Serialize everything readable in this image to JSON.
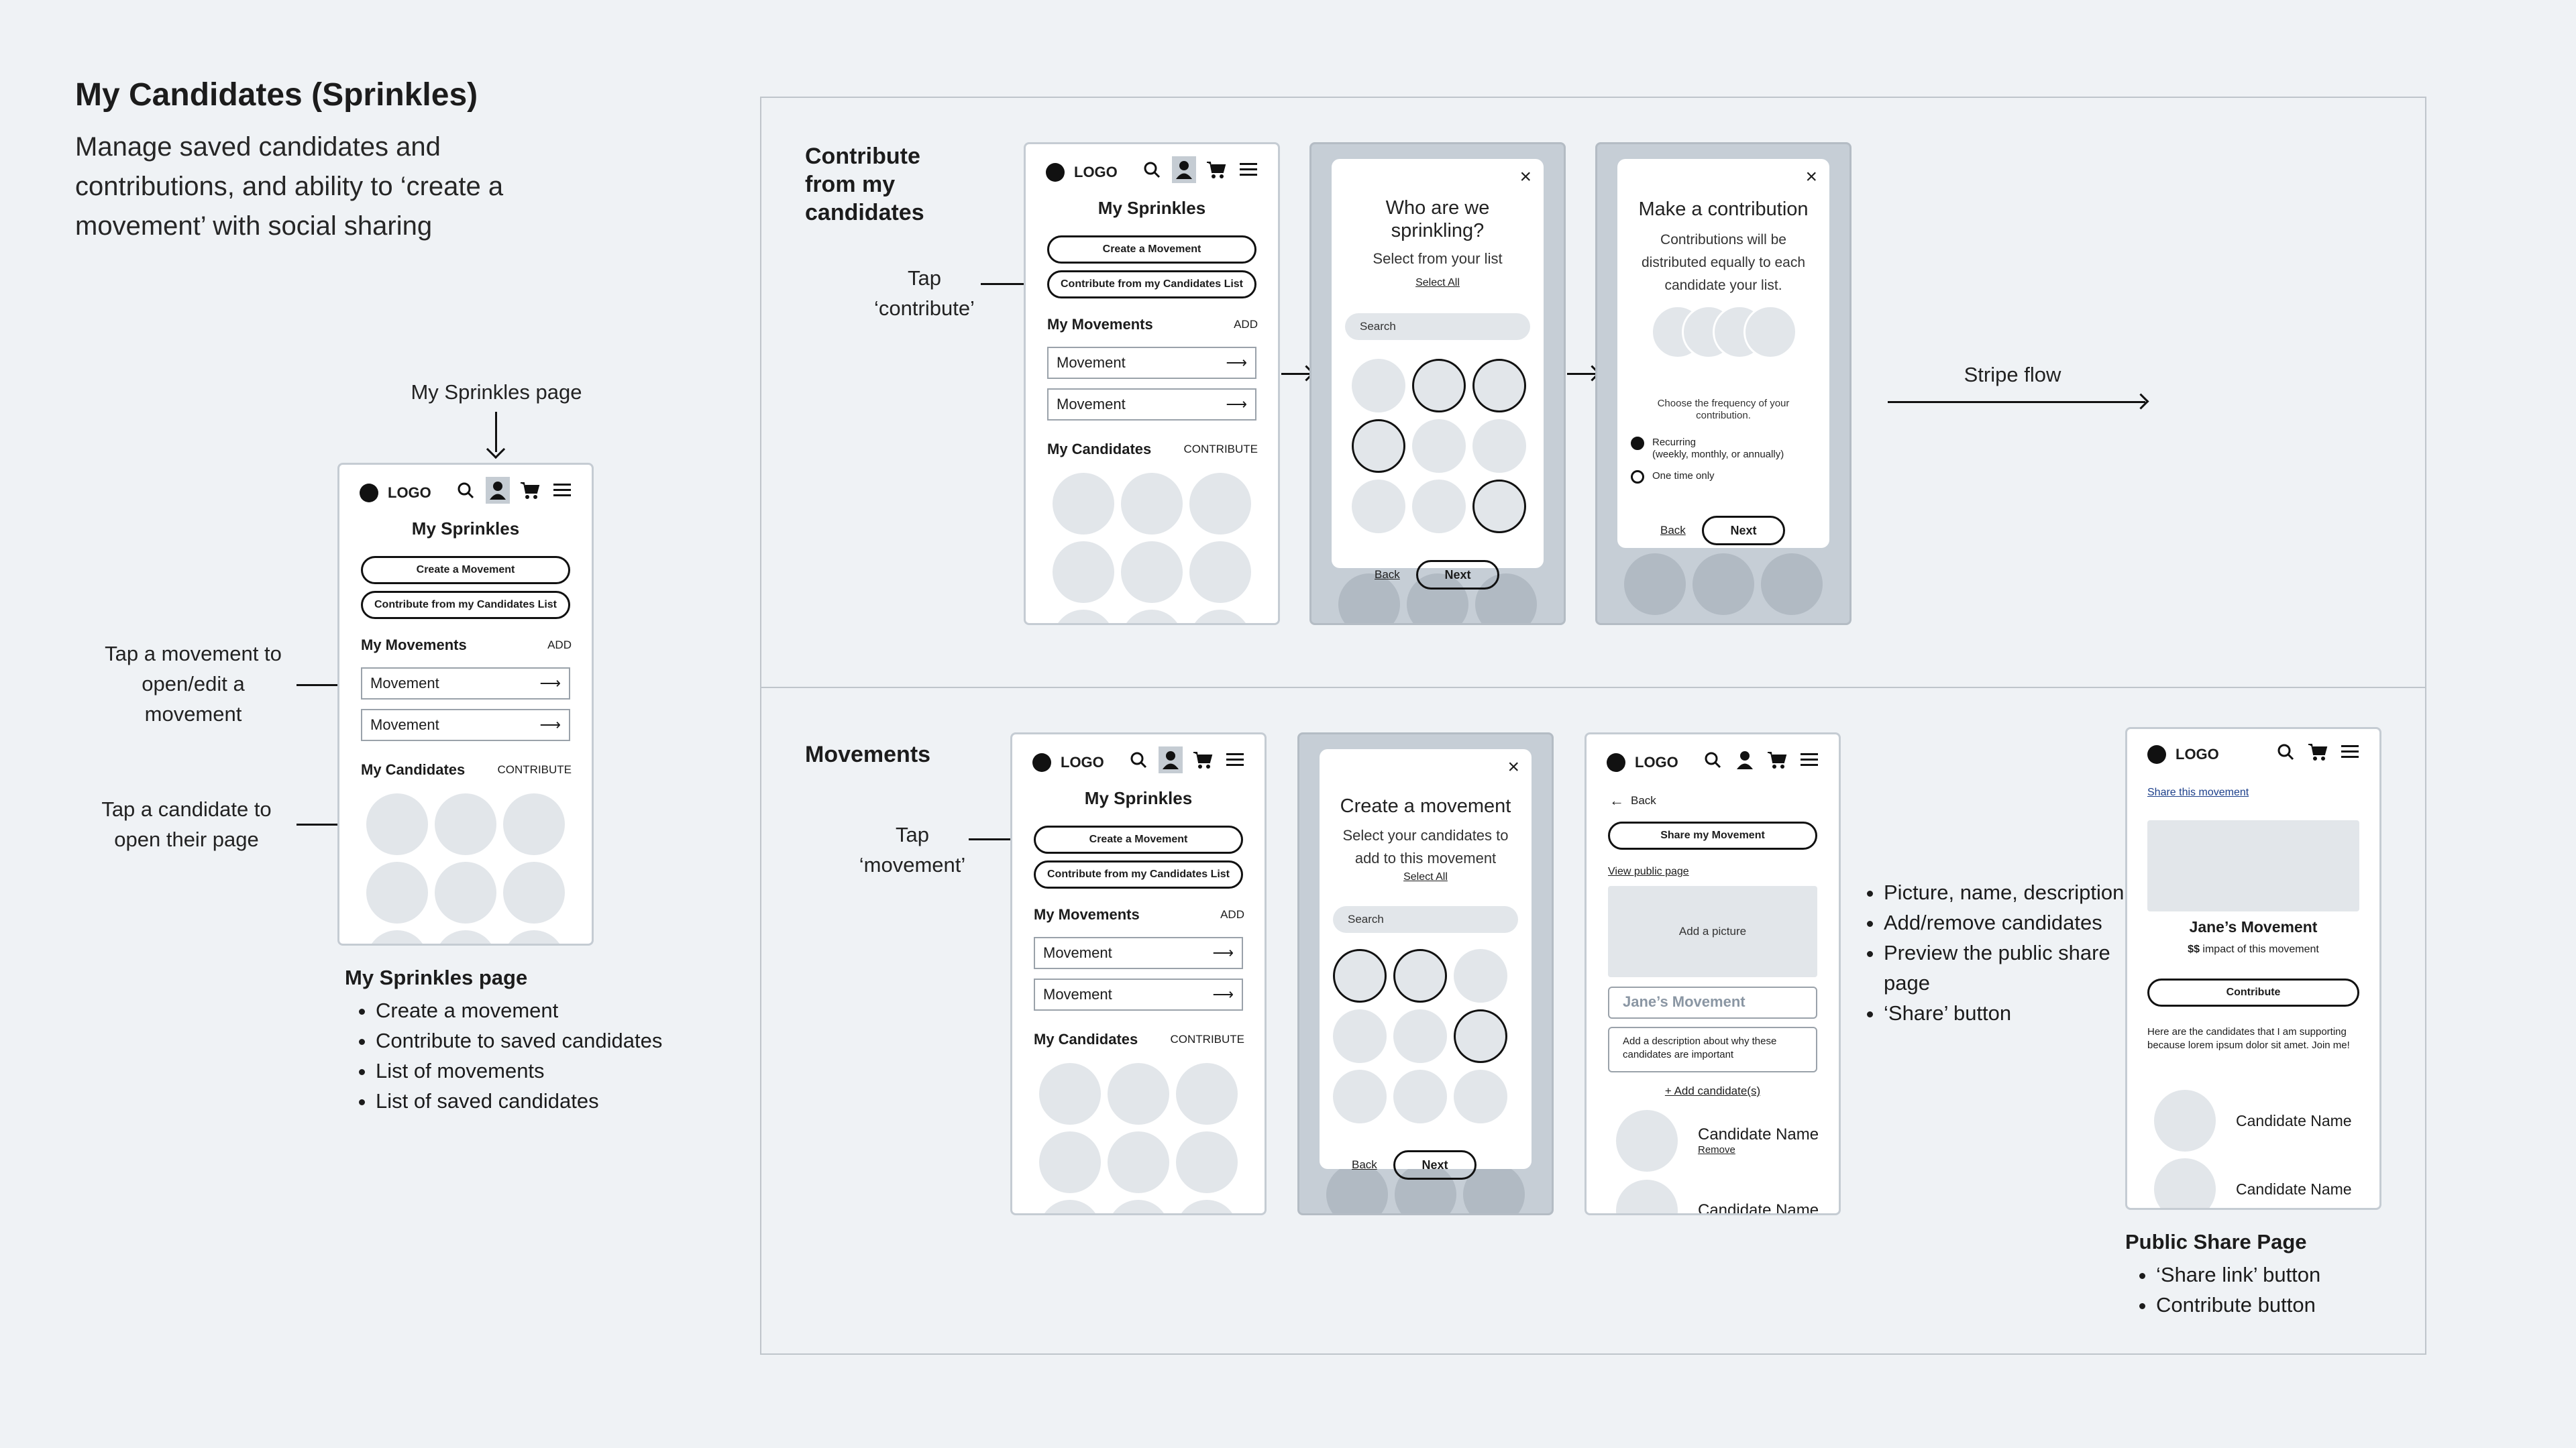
{
  "intro": {
    "title": "My Candidates (Sprinkles)",
    "description": "Manage saved candidates and contributions, and ability to ‘create a movement’ with social sharing"
  },
  "left": {
    "pointer_label": "My Sprinkles page",
    "note_movement": "Tap a movement to open/edit a movement",
    "note_candidate": "Tap a candidate to open their page",
    "caption_title": "My Sprinkles page",
    "caption_bullets": [
      "Create a movement",
      "Contribute to saved candidates",
      "List of movements",
      "List of saved candidates"
    ]
  },
  "phone": {
    "logo": "LOGO",
    "title": "My Sprinkles",
    "create_btn": "Create a Movement",
    "contribute_btn": "Contribute from my Candidates List",
    "movements_heading": "My Movements",
    "movements_action": "ADD",
    "movement_label": "Movement",
    "candidates_heading": "My Candidates",
    "candidates_action": "CONTRIBUTE"
  },
  "contribute_section": {
    "title": "Contribute from my candidates",
    "tap_note": "Tap ‘contribute’",
    "who": {
      "title": "Who are we sprinkling?",
      "subtitle": "Select from your list",
      "select_all": "Select All",
      "search_placeholder": "Search",
      "back": "Back",
      "next": "Next"
    },
    "make": {
      "title": "Make a contribution",
      "subtitle": "Contributions will be distributed equally to each candidate your list.",
      "frequency_prompt": "Choose the frequency of your contribution.",
      "option_recurring": "Recurring",
      "option_recurring_detail": "(weekly, monthly, or annually)",
      "option_one_time": "One time only",
      "back": "Back",
      "next": "Next"
    },
    "stripe_label": "Stripe flow"
  },
  "movements_section": {
    "title": "Movements",
    "tap_note": "Tap ‘movement’",
    "create": {
      "title": "Create a movement",
      "subtitle": "Select your candidates to add to this movement",
      "select_all": "Select All",
      "search_placeholder": "Search",
      "back": "Back",
      "next": "Next"
    },
    "edit": {
      "back": "Back",
      "share_btn": "Share my Movement",
      "view_public": "View public page",
      "add_picture": "Add a picture",
      "name_value": "Jane’s Movement",
      "description_placeholder": "Add a description about why these candidates are important",
      "add_candidates": "+ Add candidate(s)",
      "candidate_name": "Candidate Name",
      "remove": "Remove"
    },
    "feature_bullets": [
      "Picture, name, description",
      "Add/remove candidates",
      "Preview the public share page",
      "‘Share’ button"
    ],
    "public": {
      "share_link": "Share this movement",
      "movement_name": "Jane’s Movement",
      "impact_amount": "$$",
      "impact_text": " impact of this movement",
      "contribute_btn": "Contribute",
      "body": "Here are the candidates that I am supporting because lorem ipsum dolor sit amet. Join me!",
      "candidate_name": "Candidate Name"
    },
    "public_caption_title": "Public Share Page",
    "public_caption_bullets": [
      "‘Share link’ button",
      "Contribute button"
    ]
  }
}
